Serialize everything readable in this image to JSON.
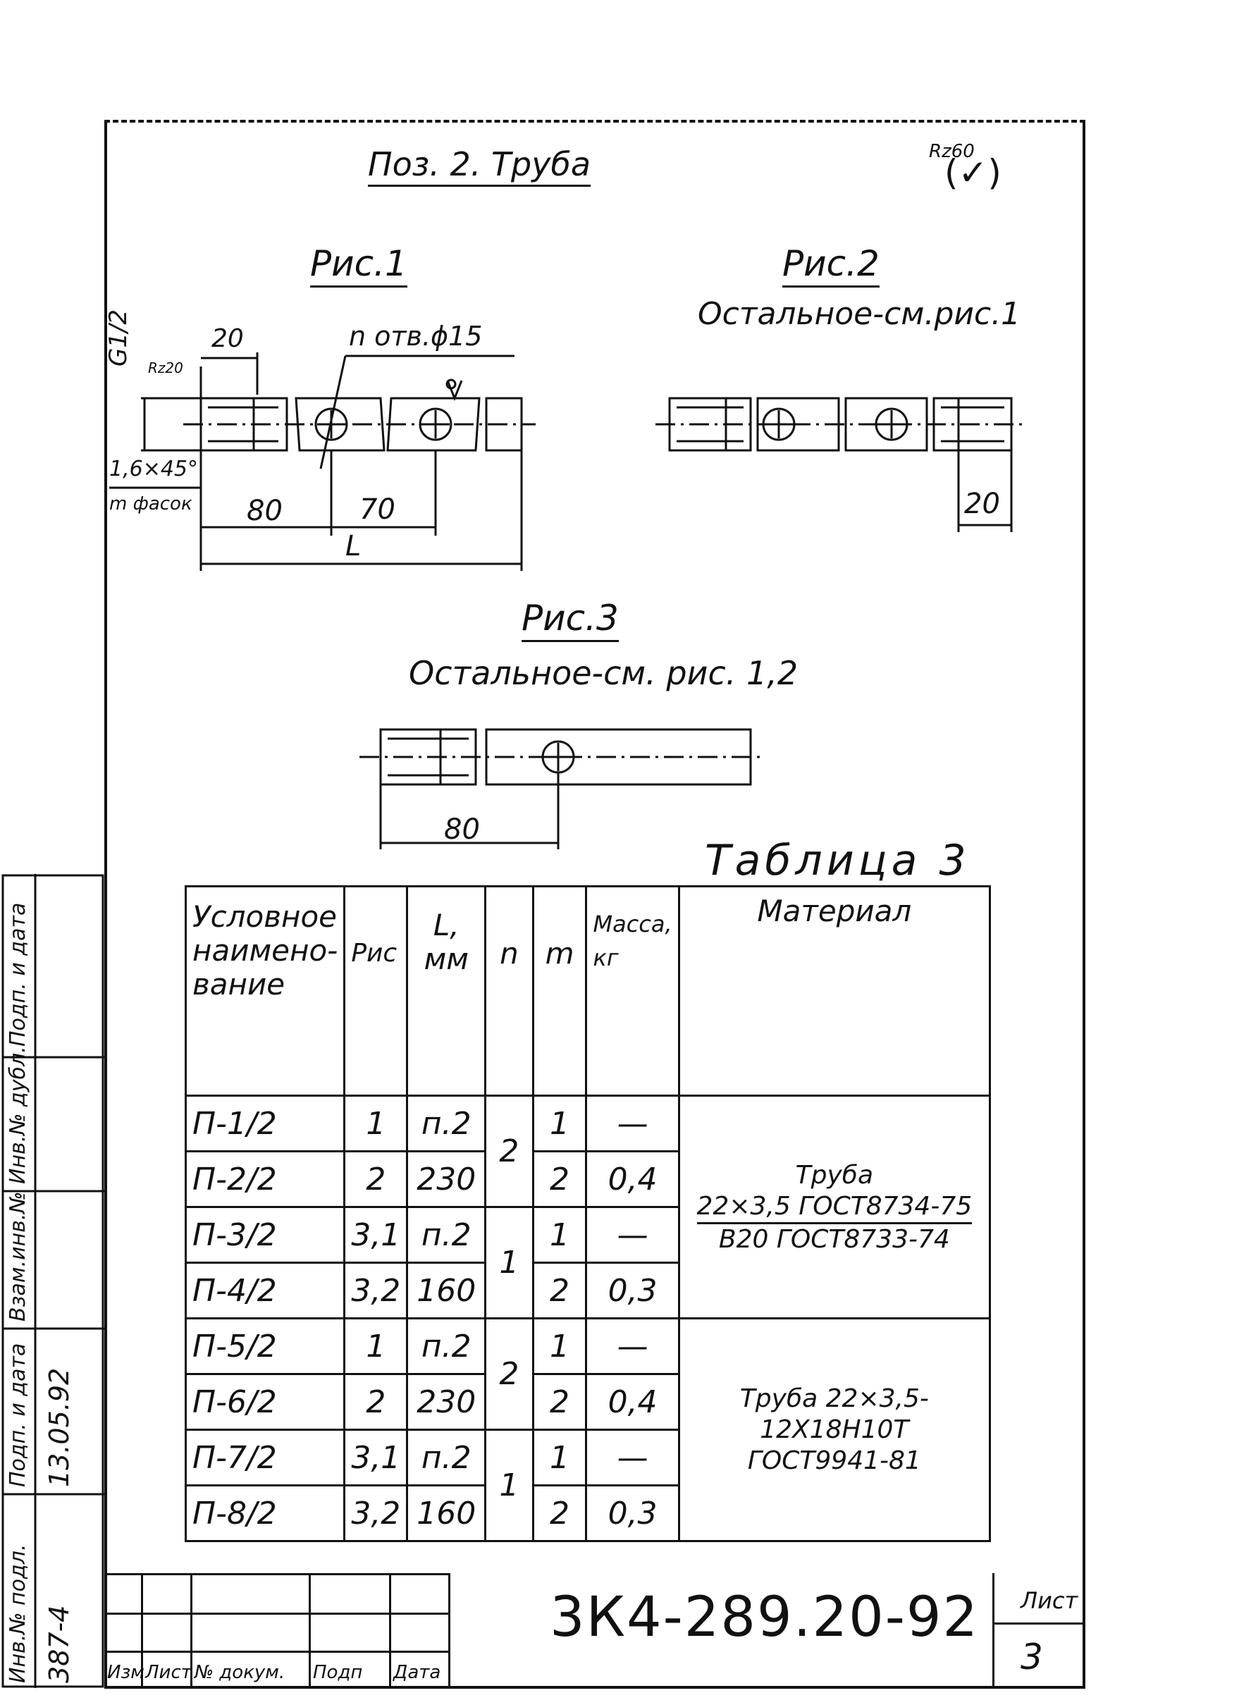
{
  "header": {
    "title": "Поз. 2. Труба",
    "roughness": "Rz60",
    "roughness_sign": "(✓)"
  },
  "fig1": {
    "title": "Рис.1",
    "holes_note": "n отв.ϕ15",
    "thread": "G1/2",
    "rz20": "Rz20",
    "dim_20": "20",
    "chamfer": "1,6×45°",
    "chamfer_count": "m фасок",
    "dim_80": "80",
    "dim_70": "70",
    "dim_L": "L"
  },
  "fig2": {
    "title": "Рис.2",
    "note": "Остальное-см.рис.1",
    "dim_20": "20"
  },
  "fig3": {
    "title": "Рис.3",
    "note": "Остальное-см. рис. 1,2",
    "dim_80": "80"
  },
  "table": {
    "caption": "Таблица 3",
    "headers": {
      "name": "Условное наимено-вание",
      "fig": "Рис",
      "length": "L, мм",
      "n": "n",
      "m": "m",
      "mass": "Масса, кг",
      "material": "Материал"
    },
    "rows": [
      {
        "name": "П-1/2",
        "fig": "1",
        "length": "п.2",
        "m": "1",
        "mass": "—"
      },
      {
        "name": "П-2/2",
        "fig": "2",
        "length": "230",
        "m": "2",
        "mass": "0,4"
      },
      {
        "name": "П-3/2",
        "fig": "3,1",
        "length": "п.2",
        "m": "1",
        "mass": "—"
      },
      {
        "name": "П-4/2",
        "fig": "3,2",
        "length": "160",
        "m": "2",
        "mass": "0,3"
      },
      {
        "name": "П-5/2",
        "fig": "1",
        "length": "п.2",
        "m": "1",
        "mass": "—"
      },
      {
        "name": "П-6/2",
        "fig": "2",
        "length": "230",
        "m": "2",
        "mass": "0,4"
      },
      {
        "name": "П-7/2",
        "fig": "3,1",
        "length": "п.2",
        "m": "1",
        "mass": "—"
      },
      {
        "name": "П-8/2",
        "fig": "3,2",
        "length": "160",
        "m": "2",
        "mass": "0,3"
      }
    ],
    "n_groups": [
      "2",
      "1",
      "2",
      "1"
    ],
    "material_1_prefix": "Труба",
    "material_1_top": "22×3,5 ГОСТ8734-75",
    "material_1_bottom": "В20 ГОСТ8733-74",
    "material_2_line1": "Труба 22×3,5-12Х18Н10Т",
    "material_2_line2": "ГОСТ9941-81"
  },
  "side_stamp": {
    "inv_orig": "Инв.№ подл.",
    "sign_date_1": "Подп. и дата",
    "replace_inv": "Взам.инв.№",
    "inv_dup": "Инв.№ дубл.",
    "sign_date_2": "Подп. и дата",
    "inv_value": "387-4",
    "date_value": "13.05.92"
  },
  "title_block": {
    "designation": "3К4-289.20-92",
    "sheet_label": "Лист",
    "sheet_number": "3",
    "col_change": "Изм",
    "col_sheet": "Лист",
    "col_doc": "№ докум.",
    "col_sign": "Подп",
    "col_date": "Дата"
  }
}
